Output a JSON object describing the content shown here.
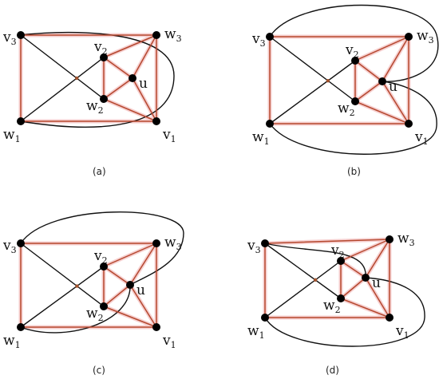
{
  "colors": {
    "red_edge": "#b5482f",
    "red_glow": "#f6cfcf",
    "black_edge": "#111111",
    "vertex": "#000000",
    "crossing": "#a0522d"
  },
  "labels": {
    "v3": {
      "main": "v",
      "sub": "3"
    },
    "v2": {
      "main": "v",
      "sub": "2"
    },
    "w3": {
      "main": "w",
      "sub": "3"
    },
    "u": {
      "main": "u",
      "sub": ""
    },
    "w2": {
      "main": "w",
      "sub": "2"
    },
    "w1": {
      "main": "w",
      "sub": "1"
    },
    "v1": {
      "main": "v",
      "sub": "1"
    }
  },
  "panels": [
    {
      "id": "a",
      "caption": "(a)"
    },
    {
      "id": "b",
      "caption": "(b)"
    },
    {
      "id": "c",
      "caption": "(c)"
    },
    {
      "id": "d",
      "caption": "(d)"
    }
  ]
}
